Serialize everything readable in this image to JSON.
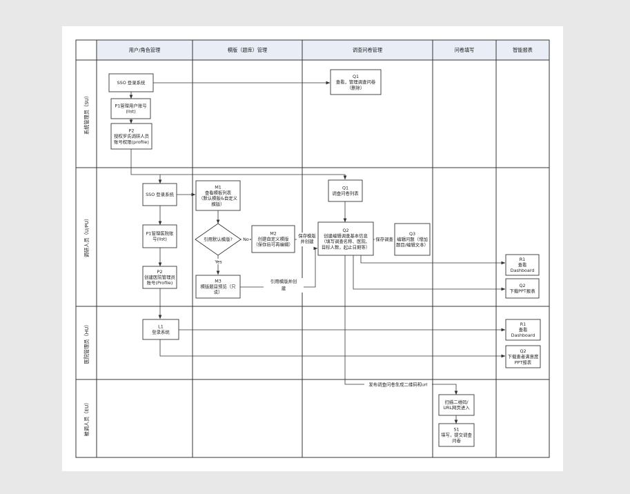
{
  "columns": [
    "用户/角色管理",
    "模版（题库）管理",
    "调查问卷管理",
    "问卷填写",
    "智能报表"
  ],
  "lanes": [
    "系统管理员（SU）",
    "调研人员（U/PU）",
    "医院管理员（HU）",
    "被调人员（EU）"
  ],
  "nodes": {
    "su_sso": [
      "SSO 登录系统"
    ],
    "su_p1": [
      "P1管理用户账号",
      "(list)"
    ],
    "su_p2": [
      "P2",
      "授权罗氏调研人员",
      "账号权限(profile)"
    ],
    "su_q1": [
      "Q1",
      "查看，管理调查问卷",
      "（删除）"
    ],
    "u_sso": [
      "SSO 登录系统"
    ],
    "u_m1": [
      "M1",
      "查看模板列表",
      "（默认模版&自定义",
      "模版）"
    ],
    "u_dec": [
      "引用默认模版?"
    ],
    "u_m2": [
      "M2",
      "创建自定义模版",
      "（保存后可再编辑）"
    ],
    "u_m3": [
      "M3",
      "模版题目预览（只",
      "读）"
    ],
    "u_q1": [
      "Q1",
      "调查问卷列表"
    ],
    "u_q2": [
      "Q2",
      "创建编辑调查基本信息",
      "（填写调查名称、医院、",
      "目标人数，起止日期等）"
    ],
    "u_q3": [
      "Q3",
      "编辑问题（增加",
      "题目/编辑文本）"
    ],
    "u_p1": [
      "P1管理医院账",
      "号(list)"
    ],
    "u_p2": [
      "P2",
      "创建医院管理员",
      "账号(Profile)"
    ],
    "u_r1": [
      "R1",
      "查看",
      "Dashboard"
    ],
    "u_r2": [
      "Q2",
      "下载PPT报表"
    ],
    "h_l1": [
      "L1",
      "登录系统"
    ],
    "h_r1": [
      "R1",
      "查看",
      "Dashboard"
    ],
    "h_q2": [
      "Q2",
      "下载患者满意度",
      "PPT报表"
    ],
    "e_scan": [
      "扫描二维码/",
      "URL网页进入"
    ],
    "e_s1": [
      "S1",
      "填写，提交调查",
      "问卷"
    ]
  },
  "edge_labels": {
    "no": "No",
    "yes": "Yes",
    "save_template": [
      "保存模版",
      "并创建"
    ],
    "cite_template": [
      "引用模版并创",
      "建"
    ],
    "save_survey": "保存调查",
    "publish": "发布调查问卷生成二维码和url"
  }
}
